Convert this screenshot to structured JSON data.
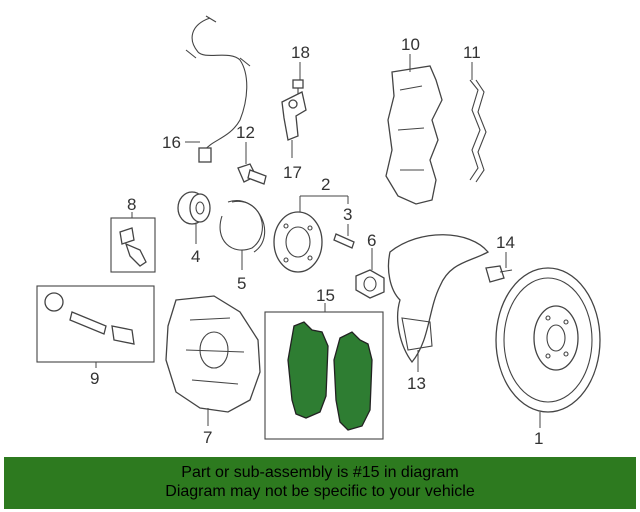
{
  "callouts": {
    "c1": "1",
    "c2": "2",
    "c3": "3",
    "c4": "4",
    "c5": "5",
    "c6": "6",
    "c7": "7",
    "c8": "8",
    "c9": "9",
    "c10": "10",
    "c11": "11",
    "c12": "12",
    "c13": "13",
    "c14": "14",
    "c15": "15",
    "c16": "16",
    "c17": "17",
    "c18": "18"
  },
  "banner": {
    "line1": "Part or sub-assembly is #15 in diagram",
    "line2": "Diagram may not be specific to your vehicle",
    "background_color": "#2d7a1f"
  },
  "highlight": {
    "part_number": "15",
    "color": "#2e7d32"
  }
}
